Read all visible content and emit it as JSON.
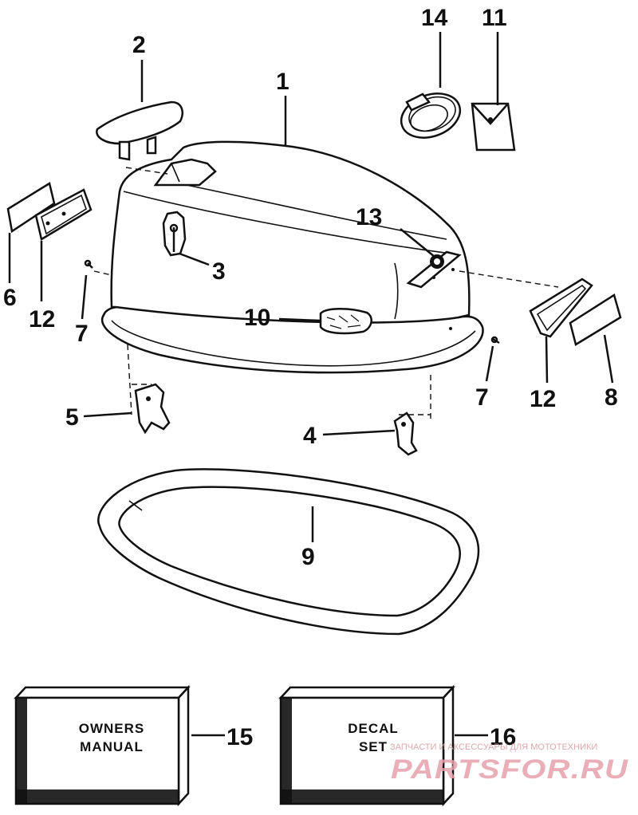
{
  "callouts": [
    {
      "id": "1",
      "label": "1"
    },
    {
      "id": "2",
      "label": "2"
    },
    {
      "id": "3",
      "label": "3"
    },
    {
      "id": "4",
      "label": "4"
    },
    {
      "id": "5",
      "label": "5"
    },
    {
      "id": "6",
      "label": "6"
    },
    {
      "id": "7a",
      "label": "7"
    },
    {
      "id": "7b",
      "label": "7"
    },
    {
      "id": "8",
      "label": "8"
    },
    {
      "id": "9",
      "label": "9"
    },
    {
      "id": "10",
      "label": "10"
    },
    {
      "id": "11",
      "label": "11"
    },
    {
      "id": "12a",
      "label": "12"
    },
    {
      "id": "12b",
      "label": "12"
    },
    {
      "id": "13",
      "label": "13"
    },
    {
      "id": "14",
      "label": "14"
    },
    {
      "id": "15",
      "label": "15"
    },
    {
      "id": "16",
      "label": "16"
    }
  ],
  "boxes": {
    "owners_manual": {
      "line1": "OWNERS",
      "line2": "MANUAL"
    },
    "decal_set": {
      "line1": "DECAL",
      "line2": "SET"
    }
  },
  "watermark": {
    "tagline": "ЗАПЧАСТИ И АКСЕССУАРЫ ДЛЯ МОТОТЕХНИКИ",
    "logo": "PARTSFOR.RU"
  }
}
